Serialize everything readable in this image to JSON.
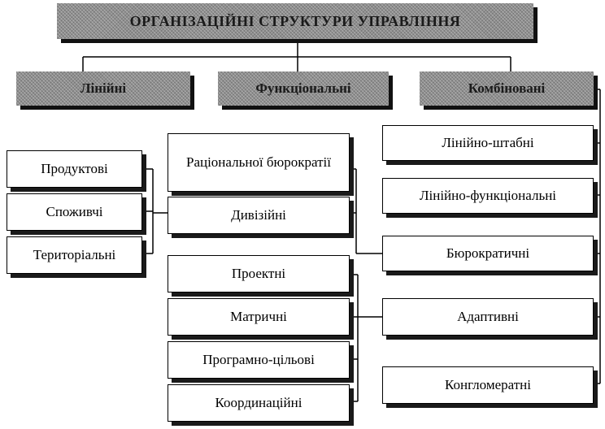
{
  "title": "ОРГАНІЗАЦІЙНІ СТРУКТУРИ УПРАВЛІННЯ",
  "categories": {
    "linear": "Лінійні",
    "functional": "Функціональні",
    "combined": "Комбіновані"
  },
  "left_group": [
    "Продуктові",
    "Споживчі",
    "Територіальні"
  ],
  "middle_top": {
    "rational": "Раціональної бюрократії",
    "divisional": "Дивізійні"
  },
  "middle_bottom": [
    "Проектні",
    "Матричні",
    "Програмно-цільові",
    "Координаційні"
  ],
  "right_group": [
    "Лінійно-штабні",
    "Лінійно-функціональні",
    "Бюрократичні",
    "Адаптивні",
    "Конгломератні"
  ]
}
